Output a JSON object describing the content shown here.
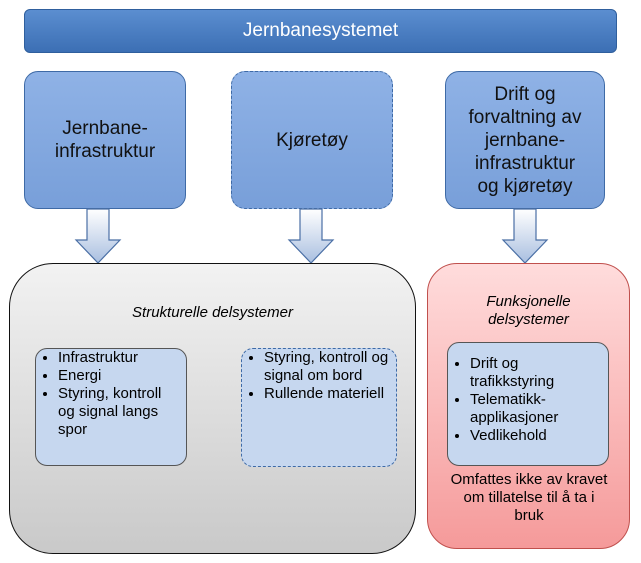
{
  "title": "Jernbanesystemet",
  "top_boxes": {
    "infra": "Jernbane-\ninfrastruktur",
    "vehicle": "Kjøretøy",
    "ops": "Drift og\nforvaltning av\njernbane-\ninfrastruktur\nog kjøretøy"
  },
  "structural": {
    "heading": "Strukturelle delsystemer",
    "left_items": [
      "Infrastruktur",
      "Energi",
      "Styring, kontroll og signal langs spor"
    ],
    "right_items": [
      "Styring, kontroll og signal om bord",
      "Rullende materiell"
    ]
  },
  "functional": {
    "heading": "Funksjonelle\ndelsystemer",
    "items": [
      "Drift og trafikkstyring",
      "Telematikk-applikasjoner",
      "Vedlikehold"
    ],
    "note": "Omfattes ikke av kravet om tillatelse til å ta i bruk"
  },
  "colors": {
    "title_blue": "#3c6fb4",
    "box_blue": "#789fd9",
    "inner_blue": "#c6d7ef",
    "grey": "#d9d9d9",
    "pink": "#f59a9a"
  }
}
